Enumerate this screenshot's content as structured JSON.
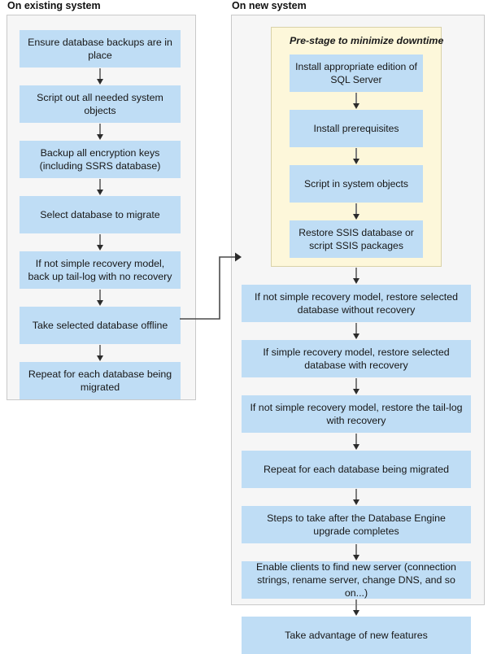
{
  "diagram": {
    "title": "SQL Server migration / upgrade flow",
    "colors": {
      "step_fill": "#bfddf5",
      "panel_fill": "#f6f6f6",
      "panel_border": "#c9c9c9",
      "prestage_fill": "#fdf7da",
      "prestage_border": "#d9d2a8",
      "connector": "#7d7d7d",
      "arrowhead": "#2b2b2b",
      "text": "#171717"
    }
  },
  "columns": [
    {
      "id": "existing",
      "title": "On existing system",
      "steps": [
        {
          "label": "Ensure database backups are in place"
        },
        {
          "label": "Script out all needed system objects"
        },
        {
          "label": "Backup all encryption keys (including SSRS database)"
        },
        {
          "label": "Select database to migrate"
        },
        {
          "label": "If not simple recovery model, back up tail-log with no recovery"
        },
        {
          "label": "Take selected database offline"
        },
        {
          "label": "Repeat for each database being migrated"
        }
      ]
    },
    {
      "id": "new",
      "title": "On new system",
      "prestage": {
        "title": "Pre-stage to minimize downtime",
        "steps": [
          {
            "label": "Install appropriate edition of SQL Server"
          },
          {
            "label": "Install prerequisites"
          },
          {
            "label": "Script in system objects"
          },
          {
            "label": "Restore SSIS database or script SSIS packages"
          }
        ]
      },
      "steps": [
        {
          "label": "If not simple recovery model, restore selected database without recovery"
        },
        {
          "label": "If simple recovery model, restore selected database with recovery"
        },
        {
          "label": "If not simple recovery model, restore the tail-log with recovery"
        },
        {
          "label": "Repeat for each database being migrated"
        },
        {
          "label": "Steps to take after the Database Engine upgrade completes"
        },
        {
          "label": "Enable clients to find new server (connection strings, rename server, change DNS, and so on...)"
        },
        {
          "label": "Take advantage of new features"
        }
      ]
    }
  ],
  "cross_connector": {
    "from": "Take selected database offline",
    "to": "If not simple recovery model, restore selected database without recovery"
  }
}
